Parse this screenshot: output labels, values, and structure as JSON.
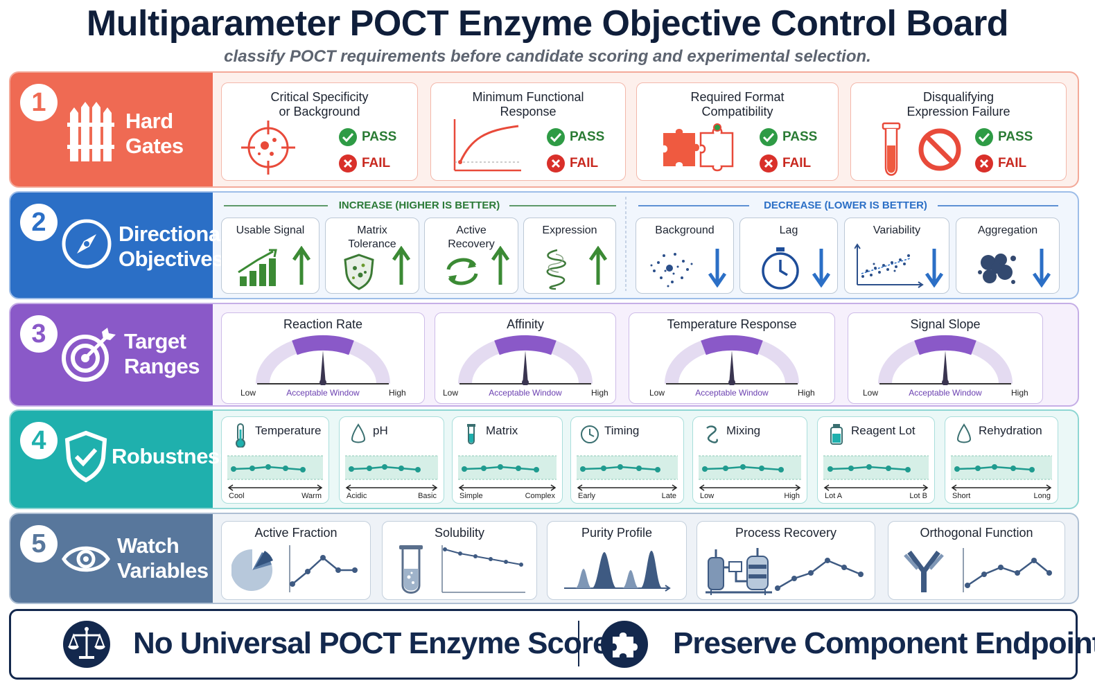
{
  "header": {
    "title": "Multiparameter POCT Enzyme Objective Control Board",
    "subtitle": "classify POCT requirements before candidate scoring and experimental selection."
  },
  "colors": {
    "hard_gates": "#ef6a53",
    "directional": "#2b6fc6",
    "target": "#8a59c8",
    "robustness": "#1fb0ad",
    "watch": "#58779c",
    "footer": "#13284d"
  },
  "rows": [
    {
      "number": "1",
      "label_line1": "Hard",
      "label_line2": "Gates",
      "icon": "gate-icon"
    },
    {
      "number": "2",
      "label_line1": "Directional",
      "label_line2": "Objectives",
      "icon": "compass-icon"
    },
    {
      "number": "3",
      "label_line1": "Target",
      "label_line2": "Ranges",
      "icon": "target-icon"
    },
    {
      "number": "4",
      "label_line1": "Robustness",
      "label_line2": "",
      "icon": "shield-check-icon"
    },
    {
      "number": "5",
      "label_line1": "Watch",
      "label_line2": "Variables",
      "icon": "eye-icon"
    }
  ],
  "hard_gates": [
    {
      "line1": "Critical Specificity",
      "line2": "or Background",
      "pass": "PASS",
      "fail": "FAIL",
      "icon": "crosshair-icon"
    },
    {
      "line1": "Minimum Functional",
      "line2": "Response",
      "pass": "PASS",
      "fail": "FAIL",
      "icon": "response-curve-icon"
    },
    {
      "line1": "Required Format",
      "line2": "Compatibility",
      "pass": "PASS",
      "fail": "FAIL",
      "icon": "puzzle-icon"
    },
    {
      "line1": "Disqualifying",
      "line2": "Expression Failure",
      "pass": "PASS",
      "fail": "FAIL",
      "icon": "tube-prohibited-icon"
    }
  ],
  "directional": {
    "increase_header": "INCREASE (HIGHER IS BETTER)",
    "decrease_header": "DECREASE (LOWER IS BETTER)",
    "increase": [
      {
        "line1": "Usable Signal",
        "line2": "",
        "icon": "rising-bars-icon"
      },
      {
        "line1": "Matrix",
        "line2": "Tolerance",
        "icon": "shield-cells-icon"
      },
      {
        "line1": "Active",
        "line2": "Recovery",
        "icon": "cycle-arrows-icon"
      },
      {
        "line1": "Expression",
        "line2": "",
        "icon": "protein-coil-icon"
      }
    ],
    "decrease": [
      {
        "line1": "Background",
        "line2": "",
        "icon": "dots-cloud-icon"
      },
      {
        "line1": "Lag",
        "line2": "",
        "icon": "stopwatch-icon"
      },
      {
        "line1": "Variability",
        "line2": "",
        "icon": "scatter-icon"
      },
      {
        "line1": "Aggregation",
        "line2": "",
        "icon": "aggregate-icon"
      }
    ]
  },
  "target_ranges": [
    {
      "title": "Reaction Rate",
      "low": "Low",
      "high": "High",
      "window": "Acceptable Window"
    },
    {
      "title": "Affinity",
      "low": "Low",
      "high": "High",
      "window": "Acceptable Window"
    },
    {
      "title": "Temperature Response",
      "low": "Low",
      "high": "High",
      "window": "Acceptable Window"
    },
    {
      "title": "Signal Slope",
      "low": "Low",
      "high": "High",
      "window": "Acceptable Window"
    }
  ],
  "robustness": [
    {
      "title": "Temperature",
      "left": "Cool",
      "right": "Warm",
      "icon": "thermometer-icon"
    },
    {
      "title": "pH",
      "left": "Acidic",
      "right": "Basic",
      "icon": "droplet-icon"
    },
    {
      "title": "Matrix",
      "left": "Simple",
      "right": "Complex",
      "icon": "test-tube-icon"
    },
    {
      "title": "Timing",
      "left": "Early",
      "right": "Late",
      "icon": "clock-icon"
    },
    {
      "title": "Mixing",
      "left": "Low",
      "right": "High",
      "icon": "swirl-icon"
    },
    {
      "title": "Reagent Lot",
      "left": "Lot A",
      "right": "Lot B",
      "icon": "bottle-icon"
    },
    {
      "title": "Rehydration",
      "left": "Short",
      "right": "Long",
      "icon": "droplet-icon"
    }
  ],
  "watch": [
    {
      "title": "Active Fraction",
      "icon": "pie-icon"
    },
    {
      "title": "Solubility",
      "icon": "test-tube-icon"
    },
    {
      "title": "Purity Profile",
      "icon": "peaks-icon"
    },
    {
      "title": "Process Recovery",
      "icon": "bioreactor-icon"
    },
    {
      "title": "Orthogonal Function",
      "icon": "antibody-icon"
    }
  ],
  "footer": {
    "left": "No Universal POCT Enzyme Score",
    "right": "Preserve Component Endpoints",
    "left_icon": "scales-icon",
    "right_icon": "puzzle-icon"
  }
}
